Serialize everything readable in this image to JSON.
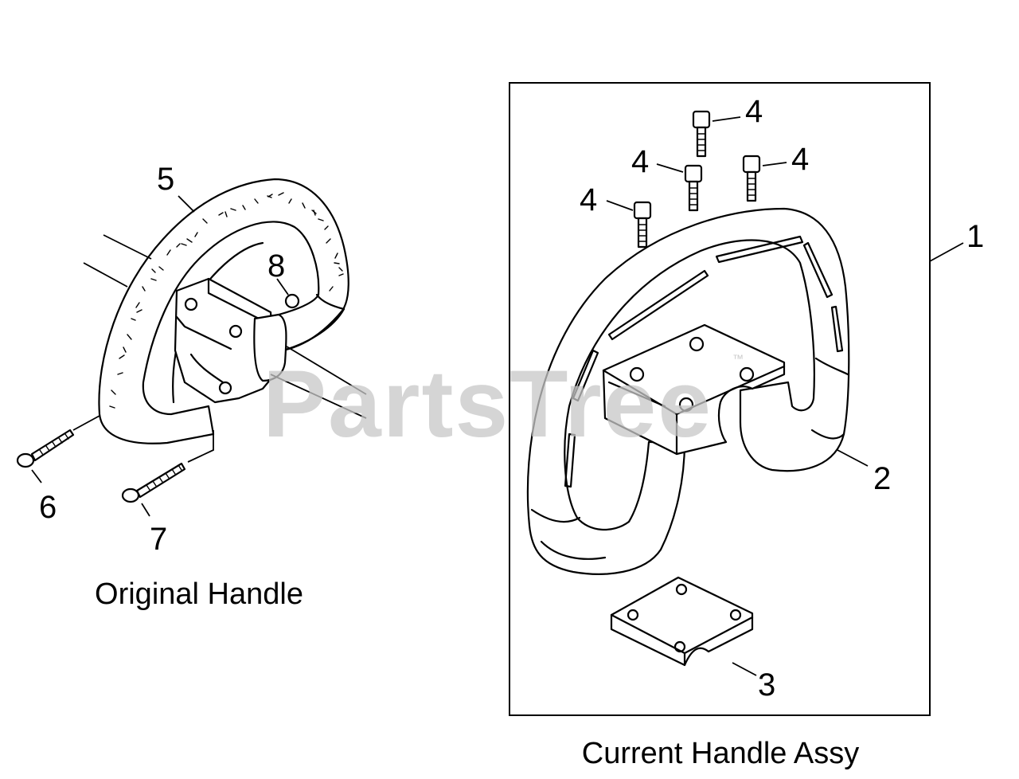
{
  "watermark": {
    "text": "PartsTree",
    "tm": "™"
  },
  "panels": {
    "original": {
      "caption": "Original Handle"
    },
    "current": {
      "caption": "Current Handle Assy"
    }
  },
  "callouts": {
    "part_1": "1",
    "part_2": "2",
    "part_3": "3",
    "part_4a": "4",
    "part_4b": "4",
    "part_4c": "4",
    "part_4d": "4",
    "part_5": "5",
    "part_6": "6",
    "part_7": "7",
    "part_8": "8"
  }
}
